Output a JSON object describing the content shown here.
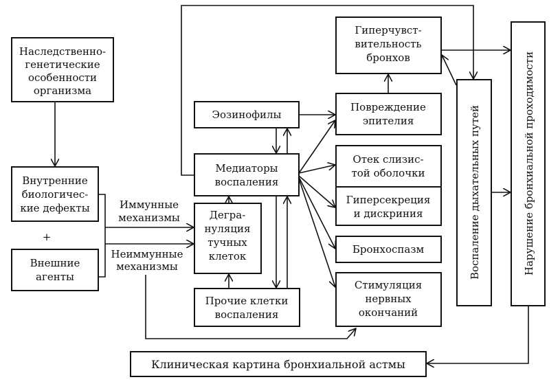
{
  "boxes": {
    "heredity": [
      "Наследственно-",
      "генетические",
      "особенности",
      "организма"
    ],
    "internal": [
      "Внутренние",
      "биологичес-",
      "кие дефекты"
    ],
    "plus": "+",
    "external": [
      "Внешние",
      "агенты"
    ],
    "immune": [
      "Иммунные",
      "механизмы"
    ],
    "nonimmune": [
      "Неиммунные",
      "механизмы"
    ],
    "degranulation": [
      "Дегра-",
      "нуляция",
      "тучных",
      "клеток"
    ],
    "other_cells": [
      "Прочие клетки",
      "воспаления"
    ],
    "eosinophils": [
      "Эозинофилы"
    ],
    "mediators": [
      "Медиаторы",
      "воспаления"
    ],
    "hypersensitivity": [
      "Гиперчувст-",
      "вительность",
      "бронхов"
    ],
    "epithelium": [
      "Повреждение",
      "эпителия"
    ],
    "edema": [
      "Отек слизис-",
      "той оболочки"
    ],
    "hypersecretion": [
      "Гиперсекреция",
      "и дискриния"
    ],
    "bronchospasm": [
      "Бронхоспазм"
    ],
    "nerve": [
      "Стимуляция",
      "нервных",
      "окончаний"
    ],
    "airway_inflammation": "Воспаление дыхательных путей",
    "obstruction": "Нарушение бронхиальной проходимости",
    "clinical": "Клиническая картина бронхиальной астмы"
  }
}
